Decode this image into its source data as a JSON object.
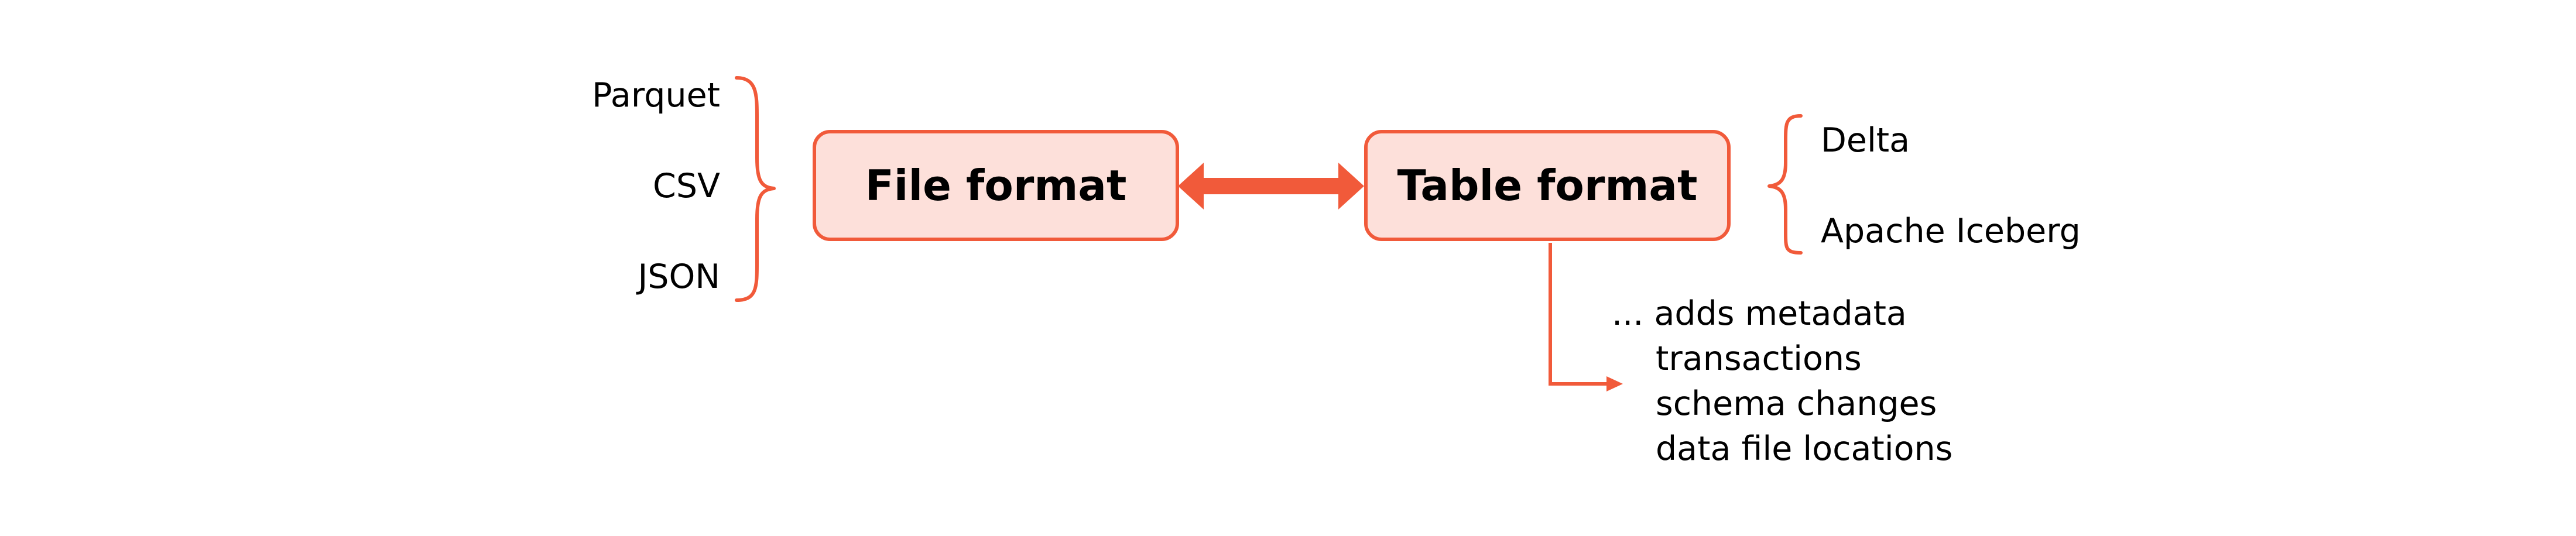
{
  "colors": {
    "accent": "#f15a3a",
    "box_fill": "#fde0da",
    "text": "#000000"
  },
  "file_format": {
    "label": "File format",
    "examples": [
      "Parquet",
      "CSV",
      "JSON"
    ]
  },
  "table_format": {
    "label": "Table format",
    "examples": [
      "Delta",
      "Apache Iceberg"
    ]
  },
  "metadata_note": {
    "heading": "... adds metadata",
    "items": [
      "transactions",
      "schema changes",
      "data file locations"
    ]
  }
}
